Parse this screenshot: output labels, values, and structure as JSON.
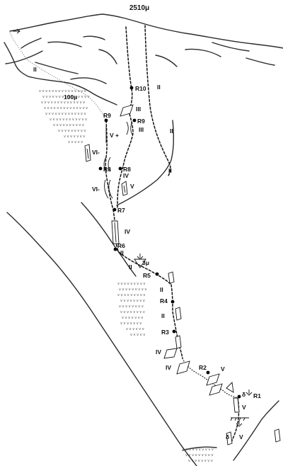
{
  "summit_label": "2510μ",
  "belays": [
    "R10",
    "R9",
    "R9",
    "R8",
    "R8",
    "R7",
    "R6",
    "R5",
    "R4",
    "R3",
    "R2",
    "R1"
  ],
  "grades": [
    "II",
    "II",
    "III",
    "III",
    "II",
    "V +",
    "VI-",
    "IV",
    "II",
    "VI-",
    "V",
    "IV",
    "II",
    "II",
    "II",
    "II",
    "IV",
    "IV",
    "V",
    "V",
    "V"
  ],
  "distances": [
    "100μ",
    "3μ"
  ],
  "start_symbols": [
    "δ",
    "δ"
  ],
  "icons": [
    "arrow-down-icon",
    "slab-icon",
    "chimney-icon",
    "crack-icon",
    "overhang-icon",
    "rappel-icon",
    "grass-icon"
  ]
}
